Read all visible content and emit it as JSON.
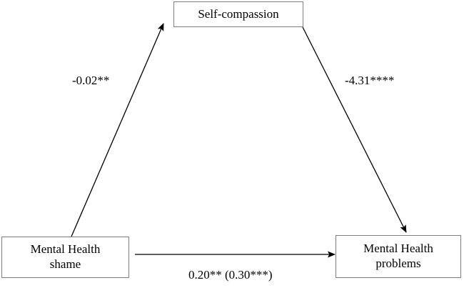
{
  "diagram": {
    "type": "mediation-model",
    "nodes": [
      {
        "id": "self-compassion",
        "label": "Self-compassion"
      },
      {
        "id": "mental-health-shame",
        "label": "Mental Health\nshame"
      },
      {
        "id": "mental-health-problems",
        "label": "Mental Health\nproblems"
      }
    ],
    "paths": [
      {
        "id": "a-path",
        "from": "mental-health-shame",
        "to": "self-compassion",
        "label": "-0.02**",
        "coefficient": -0.02,
        "significance": "**"
      },
      {
        "id": "b-path",
        "from": "self-compassion",
        "to": "mental-health-problems",
        "label": "-4.31****",
        "coefficient": -4.31,
        "significance": "****"
      },
      {
        "id": "c-path",
        "from": "mental-health-shame",
        "to": "mental-health-problems",
        "label": "0.20** (0.30***)",
        "coefficient": 0.2,
        "significance": "**",
        "total_effect": 0.3,
        "total_effect_significance": "***"
      }
    ],
    "colors": {
      "box_border": "#808080",
      "line": "#000000",
      "text": "#000000",
      "background": "#ffffff"
    }
  }
}
